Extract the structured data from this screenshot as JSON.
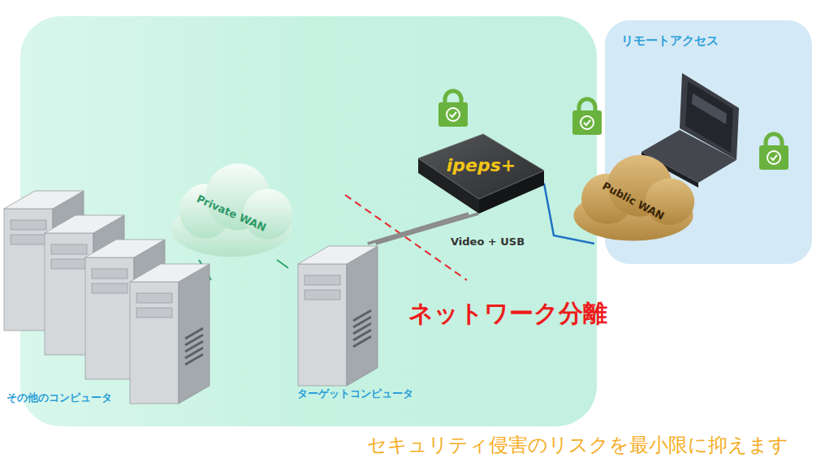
{
  "diagram": {
    "caption": "セキュリティ侵害のリスクを最小限に抑えます",
    "nodes": [
      {
        "text": [
          "リモートアクセス"
        ]
      },
      {
        "text": [
          "ipeps+"
        ]
      },
      {
        "text": [
          "Private WAN"
        ]
      },
      {
        "text": [
          "Public WAN"
        ]
      },
      {
        "text": [
          "その他のコンピュータ"
        ]
      },
      {
        "text": [
          "ターゲットコンピュータ"
        ]
      }
    ],
    "edges": [
      {
        "from": 4,
        "to": 2,
        "arrow": "none"
      },
      {
        "from": 2,
        "to": 5,
        "arrow": "none"
      },
      {
        "from": 5,
        "to": 1,
        "arrow": "none",
        "label": "Video + USB"
      },
      {
        "from": 5,
        "to": 1,
        "arrow": "none"
      },
      {
        "from": 1,
        "to": 3,
        "arrow": "none"
      }
    ],
    "labels": [
      "ネットワーク分離"
    ]
  }
}
